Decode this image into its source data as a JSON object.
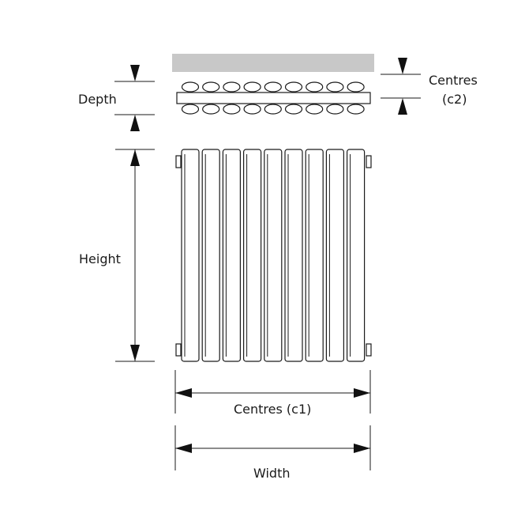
{
  "labels": {
    "depth": "Depth",
    "centres_c2_line1": "Centres",
    "centres_c2_line2": "(c2)",
    "height": "Height",
    "centres_c1": "Centres (c1)",
    "width": "Width"
  },
  "radiator": {
    "column_count": 9
  },
  "colors": {
    "stroke": "#1a1a1a",
    "wall": "#c8c8c8",
    "background": "#ffffff"
  }
}
